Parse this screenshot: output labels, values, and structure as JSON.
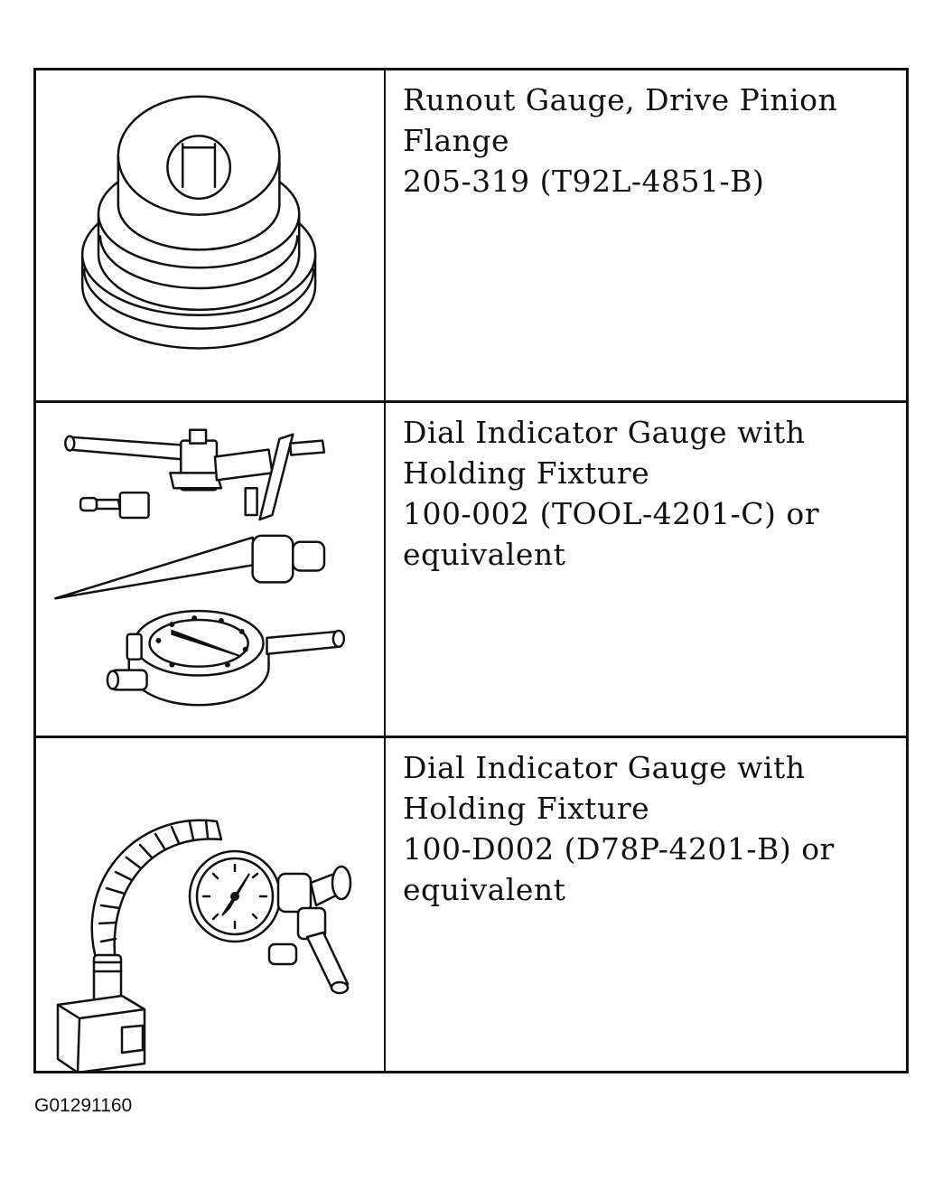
{
  "tools": [
    {
      "lines": [
        "Runout Gauge, Drive Pinion",
        "Flange",
        "205-319 (T92L-4851-B)"
      ],
      "icon": "runout-gauge-icon"
    },
    {
      "lines": [
        "Dial Indicator Gauge with",
        "Holding Fixture",
        "100-002 (TOOL-4201-C) or",
        "equivalent"
      ],
      "icon": "dial-indicator-with-fixture-icon"
    },
    {
      "lines": [
        "Dial Indicator Gauge with",
        "Holding Fixture",
        "100-D002 (D78P-4201-B) or",
        "equivalent"
      ],
      "icon": "magnetic-base-dial-indicator-icon"
    }
  ],
  "figure_code": "G01291160"
}
